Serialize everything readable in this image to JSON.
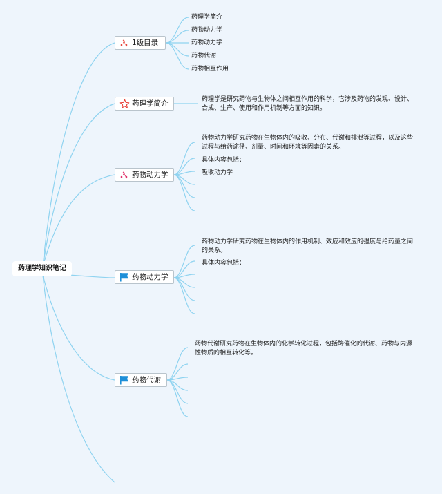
{
  "colors": {
    "background": "#eef5fc",
    "connector": "#8fd3f0",
    "topic_border": "#b9c4cc",
    "icon_red": "#e8453c",
    "icon_blue": "#1e8fd8"
  },
  "root": {
    "label": "药理学知识笔记"
  },
  "topics": [
    {
      "label": "1级目录",
      "icon": "sparkle-icon",
      "children": [
        "药理学简介",
        "药物动力学",
        "药物动力学",
        "药物代谢",
        "药物相互作用"
      ]
    },
    {
      "label": "药理学简介",
      "icon": "star-icon",
      "description": "药理学是研究药物与生物体之间相互作用的科学，它涉及药物的发现、设计、合成、生产、使用和作用机制等方面的知识。"
    },
    {
      "label": "药物动力学",
      "icon": "sparkle-icon",
      "description": "药物动力学研究药物在生物体内的吸收、分布、代谢和排泄等过程，以及这些过程与给药途径、剂量、时间和环境等因素的关系。",
      "children": [
        "具体内容包括：",
        "吸收动力学"
      ]
    },
    {
      "label": "药物动力学",
      "icon": "flag-icon",
      "description": "药物动力学研究药物在生物体内的作用机制、效应和效应的强度与给药量之间的关系。",
      "children": [
        "具体内容包括："
      ]
    },
    {
      "label": "药物代谢",
      "icon": "flag-icon",
      "description": "药物代谢研究药物在生物体内的化学转化过程，包括酶催化的代谢、药物与内源性物质的相互转化等。"
    }
  ]
}
